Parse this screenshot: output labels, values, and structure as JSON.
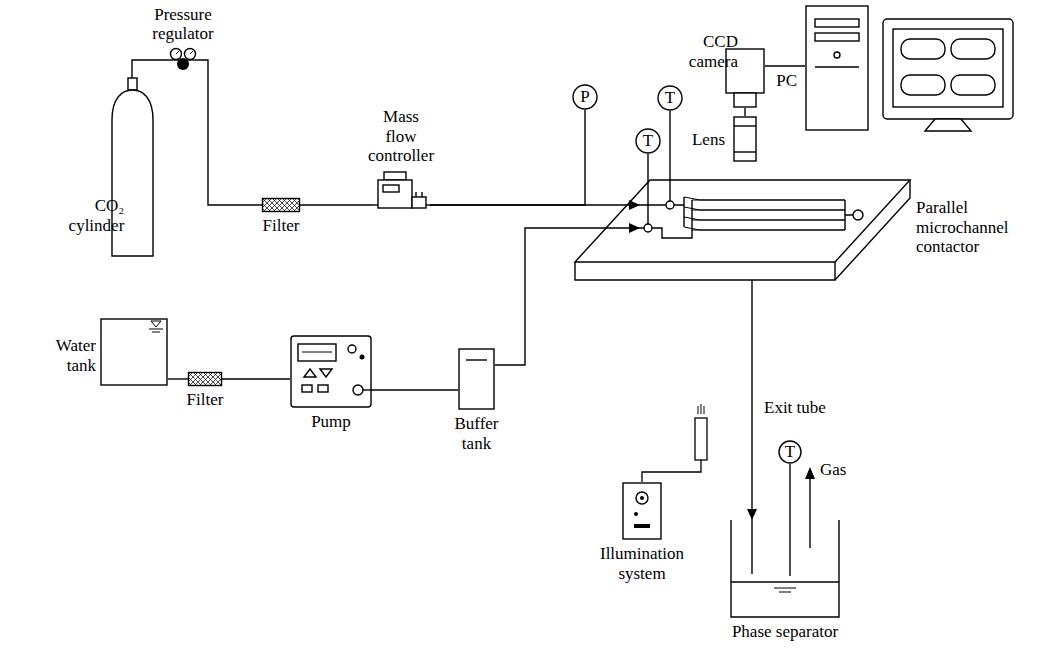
{
  "diagram": {
    "nodes": [
      {
        "text": [
          "Pressure regulator"
        ]
      },
      {
        "text": [
          "CO₂ cylinder"
        ]
      },
      {
        "text": [
          "Filter"
        ]
      },
      {
        "text": [
          "Mass flow controller"
        ]
      },
      {
        "text": [
          "P"
        ]
      },
      {
        "text": [
          "T"
        ]
      },
      {
        "text": [
          "T"
        ]
      },
      {
        "text": [
          "CCD camera"
        ]
      },
      {
        "text": [
          "Lens"
        ]
      },
      {
        "text": [
          "PC"
        ]
      },
      {
        "text": [
          "Parallel microchannel contactor"
        ]
      },
      {
        "text": [
          "Water tank"
        ]
      },
      {
        "text": [
          "Filter"
        ]
      },
      {
        "text": [
          "Pump"
        ]
      },
      {
        "text": [
          "Buffer tank"
        ]
      },
      {
        "text": [
          "T"
        ]
      },
      {
        "text": [
          "Illumination system"
        ]
      },
      {
        "text": [
          "Phase separator"
        ]
      }
    ],
    "edges": [
      {
        "from": 1,
        "to": 0,
        "arrow": "none"
      },
      {
        "from": 0,
        "to": 2,
        "arrow": "none"
      },
      {
        "from": 2,
        "to": 3,
        "arrow": "none"
      },
      {
        "from": 3,
        "to": 10,
        "arrow": "to"
      },
      {
        "from": 3,
        "to": 4,
        "arrow": "none"
      },
      {
        "from": 5,
        "to": 10,
        "arrow": "none"
      },
      {
        "from": 6,
        "to": 10,
        "arrow": "none"
      },
      {
        "from": 7,
        "to": 8,
        "arrow": "none"
      },
      {
        "from": 7,
        "to": 9,
        "arrow": "none"
      },
      {
        "from": 11,
        "to": 12,
        "arrow": "none"
      },
      {
        "from": 12,
        "to": 13,
        "arrow": "none"
      },
      {
        "from": 13,
        "to": 14,
        "arrow": "none"
      },
      {
        "from": 14,
        "to": 10,
        "arrow": "to"
      },
      {
        "from": 10,
        "to": 17,
        "label": "Exit tube",
        "arrow": "to"
      },
      {
        "from": 15,
        "to": 17,
        "arrow": "none"
      }
    ],
    "labels": [
      "Gas"
    ]
  }
}
